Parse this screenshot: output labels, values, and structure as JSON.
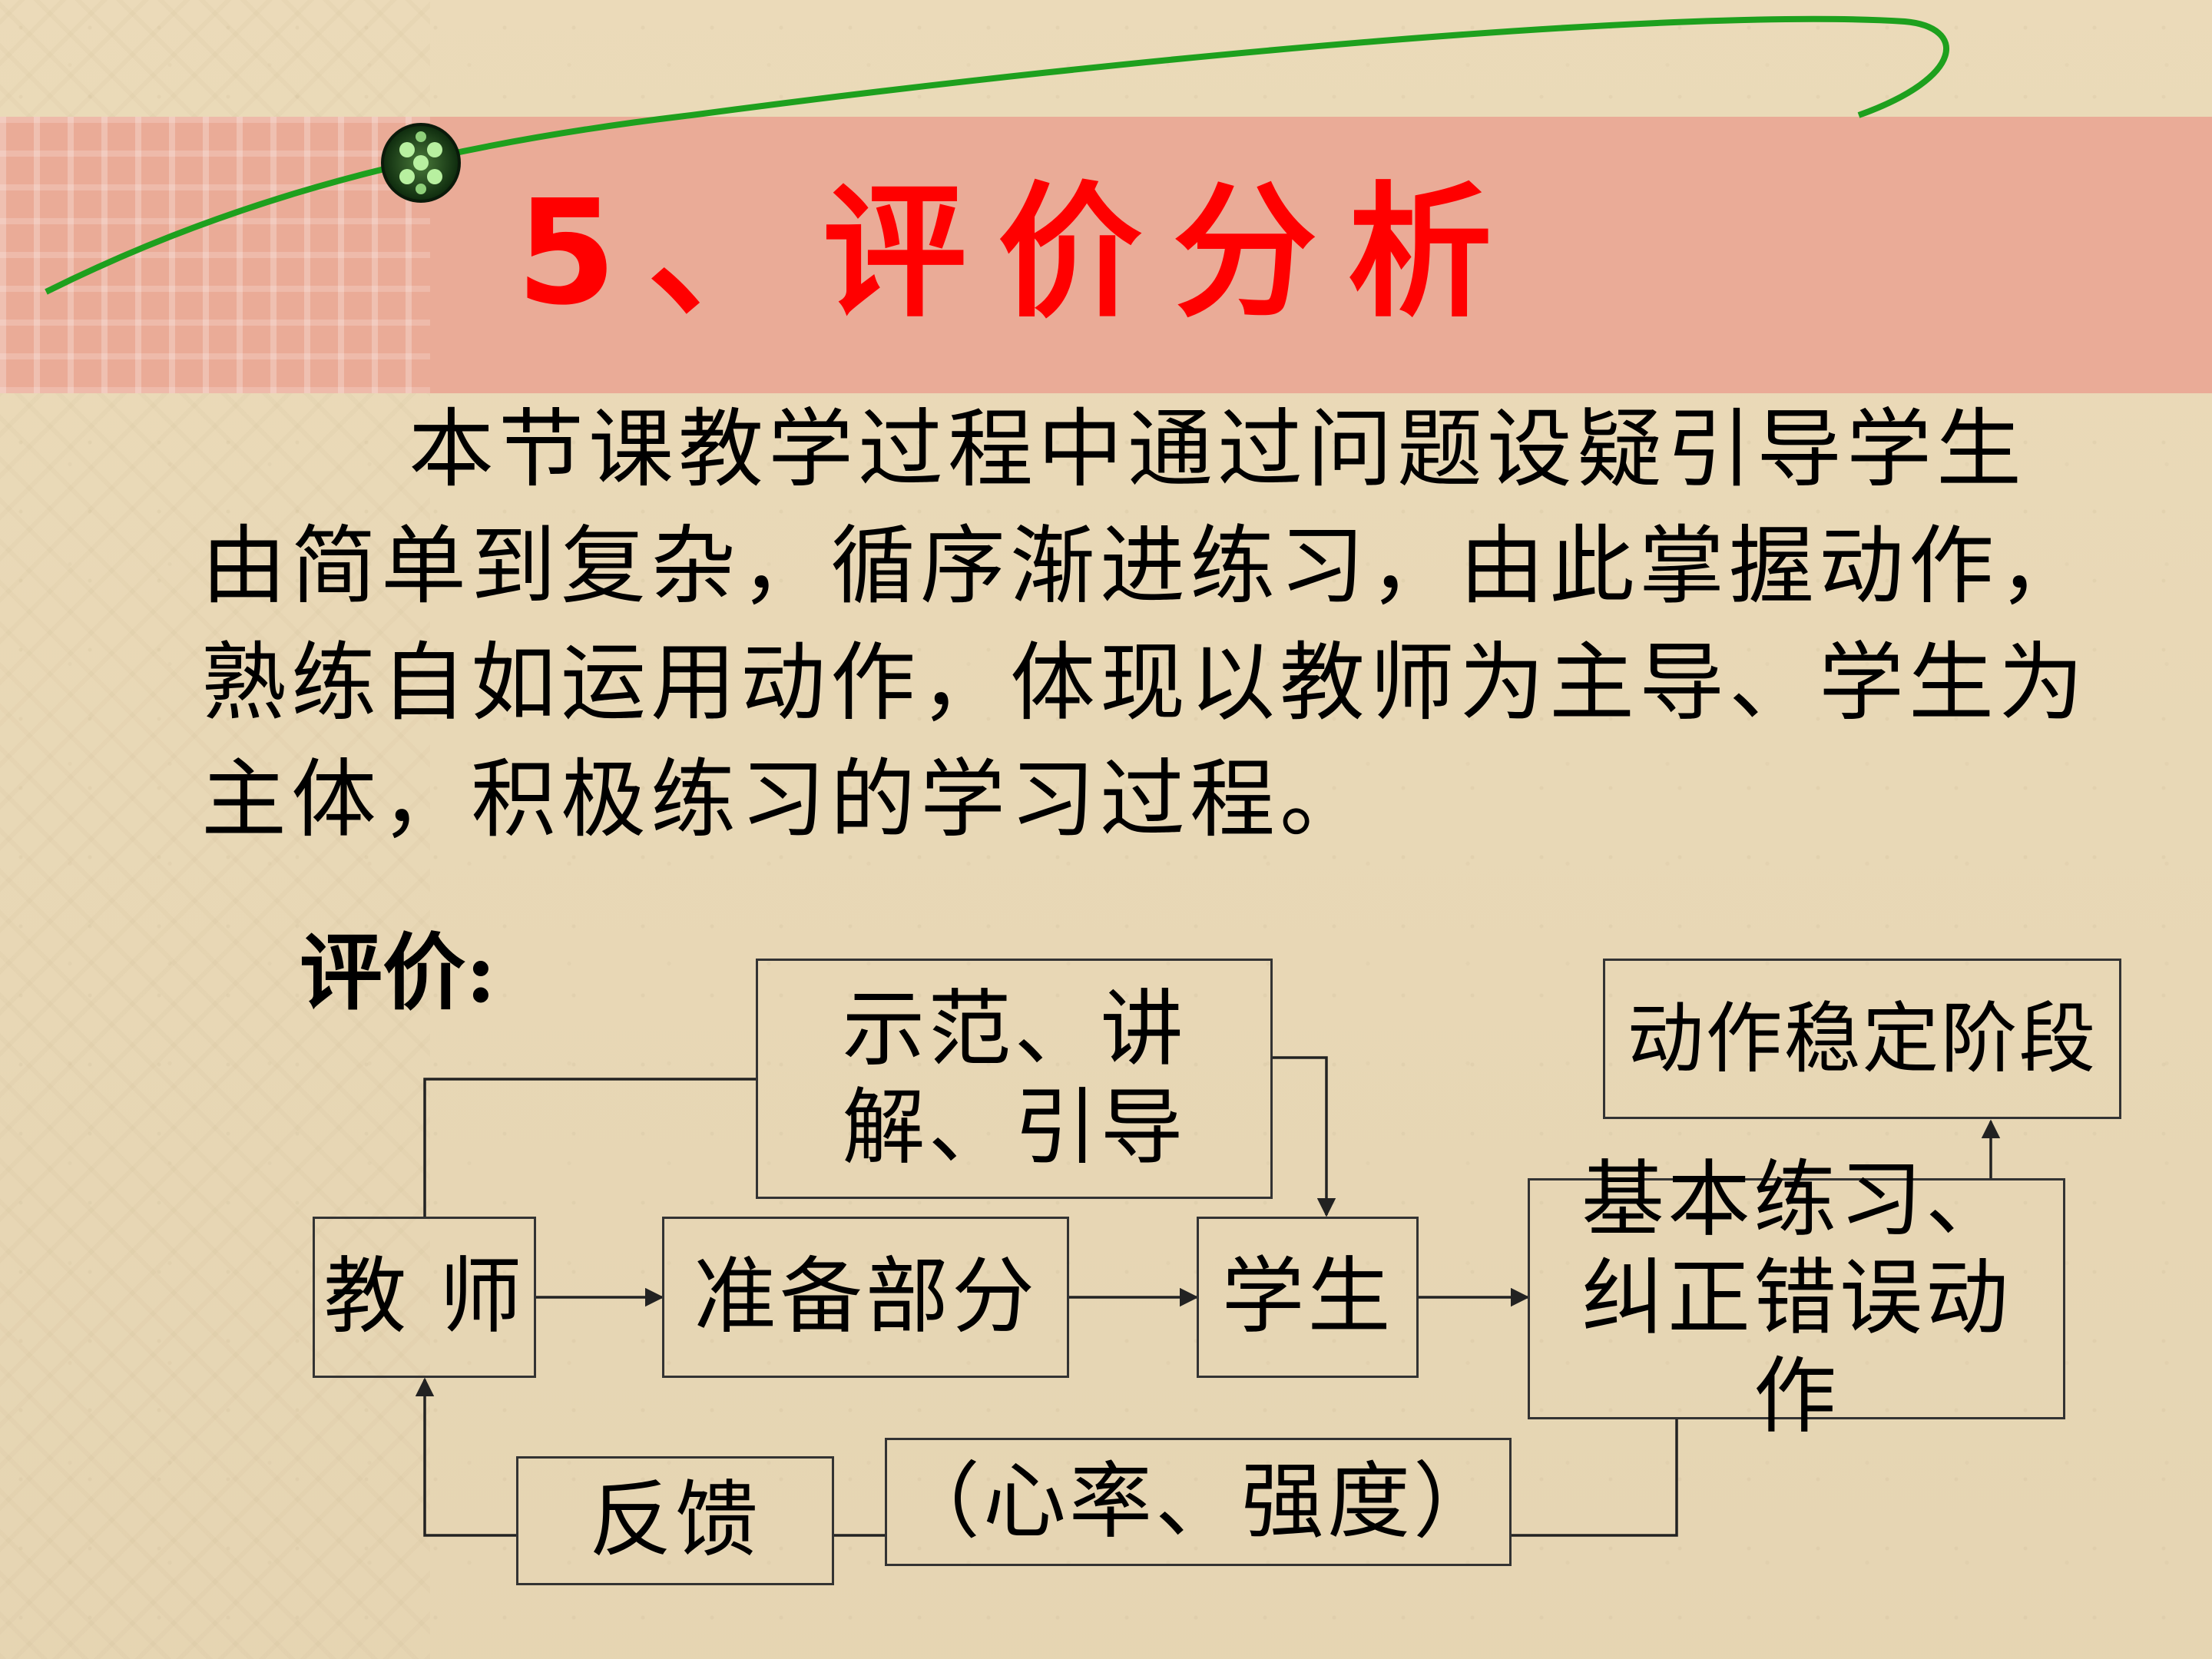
{
  "title": "5、评价分析",
  "paragraph": "本节课教学过程中通过问题设疑引导学生由简单到复杂，循序渐进练习，由此掌握动作，熟练自如运用动作，体现以教师为主导、学生为主体，积极练习的学习过程。",
  "evaluation_label": "评价:",
  "flowchart": {
    "teacher": "教 师",
    "demonstration": "示范、讲解、引导",
    "preparation": "准备部分",
    "student": "学生",
    "basic_practice": "基本练习、纠正错误动作",
    "stable_stage": "动作稳定阶段",
    "feedback": "反馈",
    "heart_rate": "（心率、强度）"
  },
  "colors": {
    "title": "#ff0000",
    "band": "#eaab97",
    "background": "#ead9b6",
    "arc": "#1ea01e"
  },
  "icons": {
    "decor": "green-dot-ornament"
  }
}
